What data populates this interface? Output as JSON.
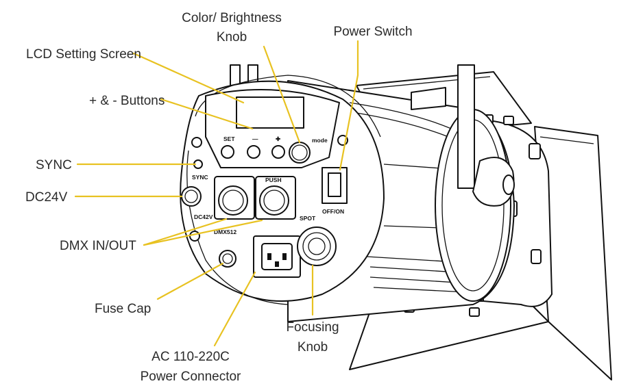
{
  "labels": {
    "lcd_screen": "LCD Setting Screen",
    "color_brightness_line1": "Color/ Brightness",
    "color_brightness_line2": "Knob",
    "power_switch": "Power Switch",
    "plus_minus_buttons": "+ & - Buttons",
    "sync": "SYNC",
    "dc24v": "DC24V",
    "dmx_in_out": "DMX IN/OUT",
    "fuse_cap": "Fuse Cap",
    "ac_connector_line1": "AC 110-220C",
    "ac_connector_line2": "Power Connector",
    "focusing_knob_line1": "Focusing",
    "focusing_knob_line2": "Knob"
  },
  "panel_text": {
    "set": "SET",
    "minus": "—",
    "plus": "✚",
    "mode": "mode",
    "sync": "SYNC",
    "dc": "DC42V",
    "push": "PUSH",
    "dmx": "DMX512",
    "spot": "SPOT",
    "off_on": "OFF/ON"
  },
  "colors": {
    "leader": "#e8c221",
    "ink": "#111111",
    "label_text": "#2b2b2b"
  }
}
